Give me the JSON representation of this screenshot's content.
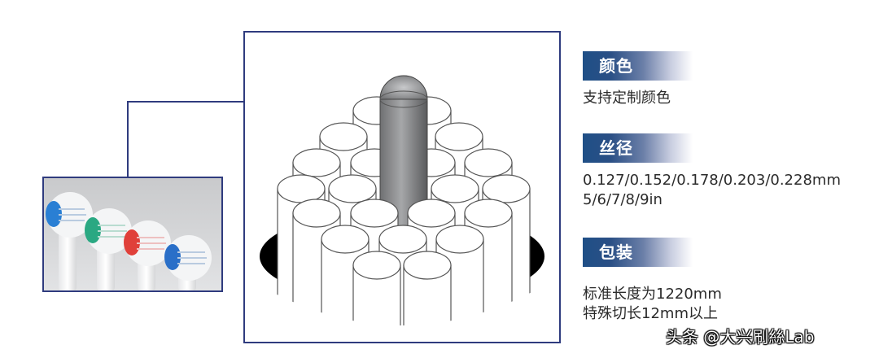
{
  "specs": [
    {
      "title": "颜色",
      "lines": [
        "支持定制颜色"
      ]
    },
    {
      "title": "丝径",
      "lines": [
        "0.127/0.152/0.178/0.203/0.228mm",
        "5/6/7/8/9in"
      ]
    },
    {
      "title": "包装",
      "lines": [
        "标准长度为1220mm",
        "特殊切长12mm以上"
      ]
    }
  ],
  "watermark": "头条 @大兴刷絲Lab",
  "colors": {
    "frame": "#2f3b7e",
    "header_gradient_start": "#1f4f86",
    "bristle_blue": "#2a7fd4",
    "bristle_green": "#2aa882",
    "bristle_red": "#e0403a",
    "bristle_blue2": "#2a6fc8"
  },
  "illustration": {
    "description": "Cross-section of white filament bundle with a gray central filament",
    "filament_count_visible": 19
  },
  "photo": {
    "description": "Four toothbrush heads with colored bristle centers",
    "bristle_colors": [
      "blue",
      "green",
      "red",
      "blue"
    ]
  }
}
